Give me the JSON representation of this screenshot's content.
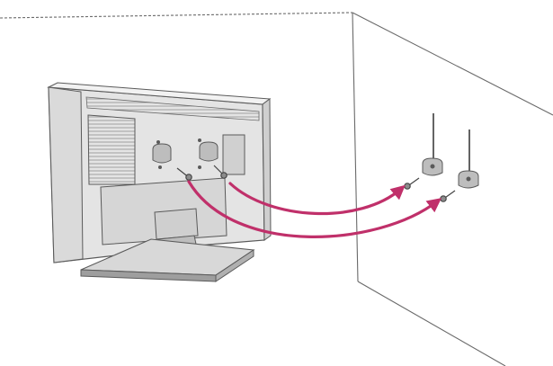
{
  "diagram": {
    "subject": "tv-wall-securing-installation",
    "colors": {
      "line": "#5a5a5a",
      "tv_body": "#e4e4e4",
      "tv_panel": "#d6d6d6",
      "vent": "#9a9a9a",
      "stand_base": "#bdbdbd",
      "hardware": "#8c8c8c",
      "arrow": "#c0306a",
      "background": "#ffffff"
    },
    "parts": {
      "tv_rear_panel": {
        "icon": "tv-back-icon"
      },
      "tv_brackets": {
        "count": 2,
        "icon": "bracket-icon"
      },
      "tv_screws": {
        "count": 2,
        "icon": "screw-icon"
      },
      "wall_brackets": {
        "count": 2,
        "icon": "bracket-icon"
      },
      "wall_screws": {
        "count": 2,
        "icon": "screw-icon"
      },
      "strings": {
        "count": 2,
        "icon": "string-icon"
      },
      "arrows": {
        "count": 2,
        "icon": "curved-arrow-icon"
      }
    }
  }
}
